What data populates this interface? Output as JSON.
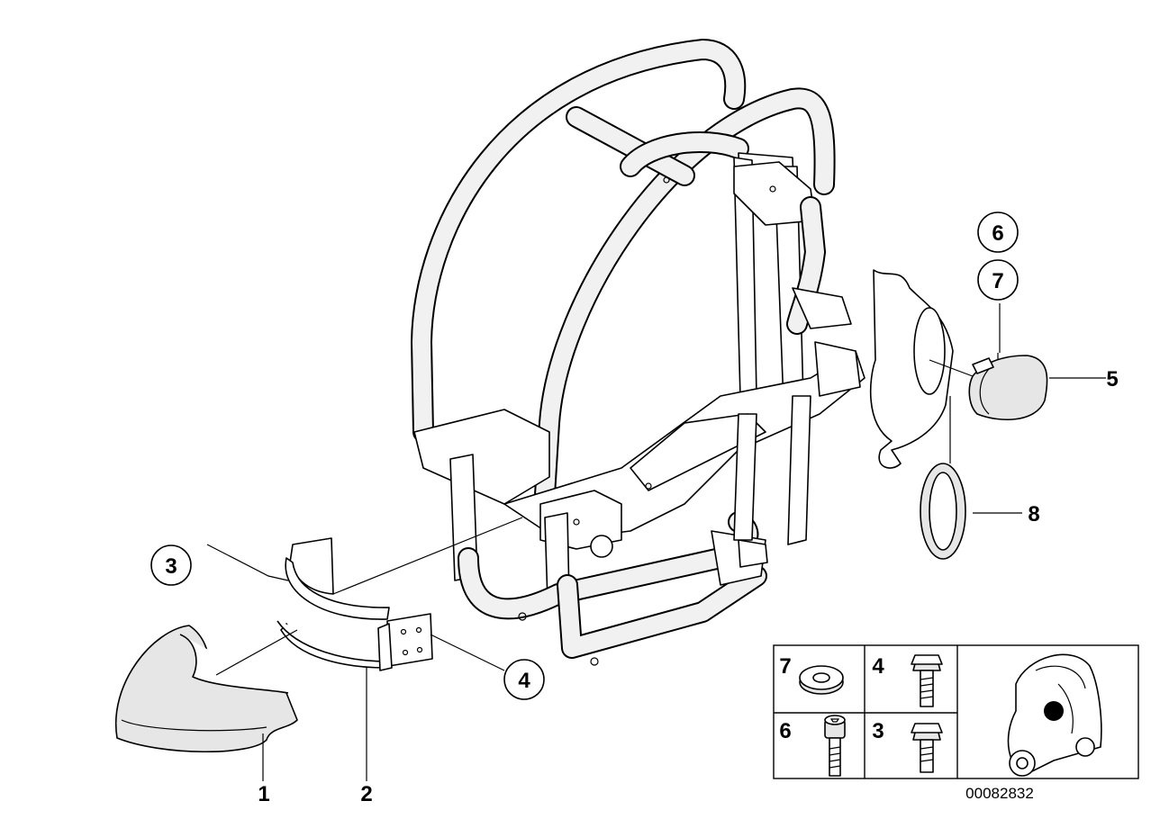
{
  "callouts": {
    "c1": "1",
    "c2": "2",
    "c3": "3",
    "c4": "4",
    "c5": "5",
    "c6": "6",
    "c7": "7",
    "c8": "8"
  },
  "legend": {
    "cells": [
      {
        "number": "7",
        "part": "washer"
      },
      {
        "number": "4",
        "part": "hex-bolt"
      },
      {
        "number": "6",
        "part": "socket-screw"
      },
      {
        "number": "3",
        "part": "hex-bolt"
      }
    ]
  },
  "document_number": "00082832",
  "colors": {
    "line": "#000000",
    "fill": "#ffffff",
    "shade": "#e6e6e6",
    "tube_fill": "#f1f1f1",
    "marker": "#000000"
  }
}
